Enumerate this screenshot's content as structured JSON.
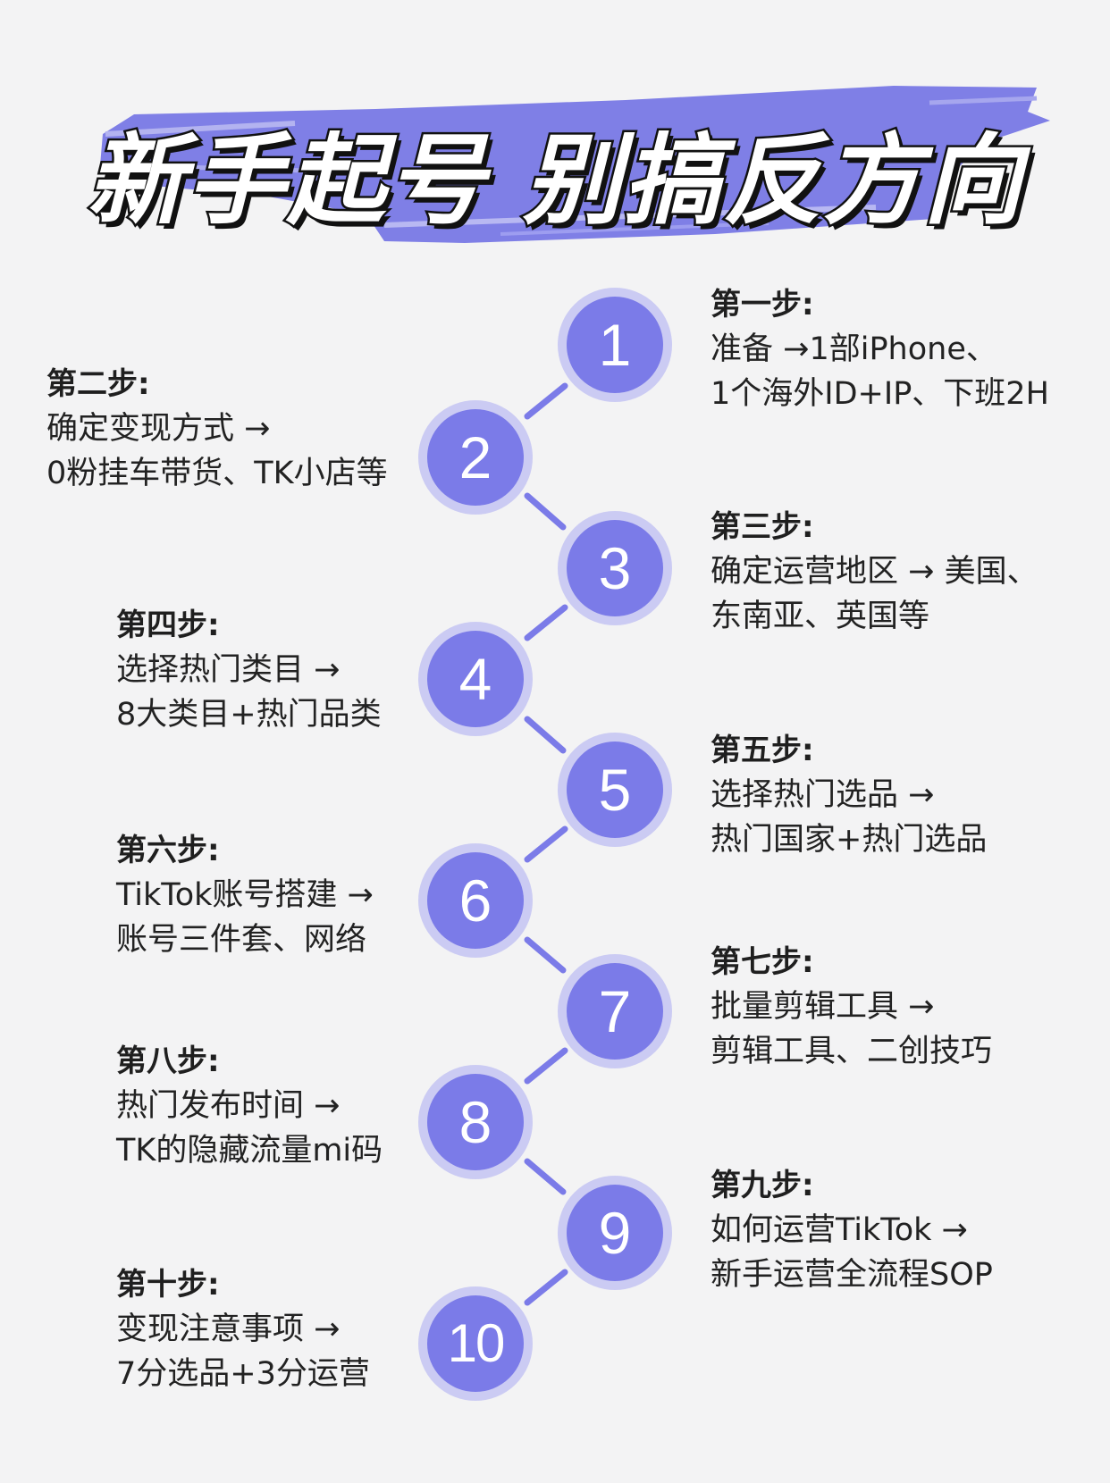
{
  "title": "新手起号 别搞反方向",
  "colors": {
    "accent": "#7b7be8",
    "ring": "#cbcbf3",
    "background": "#f3f3f4",
    "brush": "#7f7fe6"
  },
  "steps": [
    {
      "num": "1",
      "head": "第一步:",
      "line1": "准备 →1部iPhone、",
      "line2": "1个海外ID+IP、下班2H"
    },
    {
      "num": "2",
      "head": "第二步:",
      "line1": "确定变现方式 →",
      "line2": "0粉挂车带货、TK小店等"
    },
    {
      "num": "3",
      "head": "第三步:",
      "line1": "确定运营地区 → 美国、",
      "line2": "东南亚、英国等"
    },
    {
      "num": "4",
      "head": "第四步:",
      "line1": "选择热门类目 →",
      "line2": "8大类目+热门品类"
    },
    {
      "num": "5",
      "head": "第五步:",
      "line1": "选择热门选品 →",
      "line2": "热门国家+热门选品"
    },
    {
      "num": "6",
      "head": "第六步:",
      "line1": "TikTok账号搭建 →",
      "line2": "账号三件套、网络"
    },
    {
      "num": "7",
      "head": "第七步:",
      "line1": "批量剪辑工具 →",
      "line2": "剪辑工具、二创技巧"
    },
    {
      "num": "8",
      "head": "第八步:",
      "line1": "热门发布时间 →",
      "line2": "TK的隐藏流量mi码"
    },
    {
      "num": "9",
      "head": "第九步:",
      "line1": "如何运营TikTok →",
      "line2": "新手运营全流程SOP"
    },
    {
      "num": "10",
      "head": "第十步:",
      "line1": "变现注意事项 →",
      "line2": "7分选品+3分运营"
    }
  ]
}
